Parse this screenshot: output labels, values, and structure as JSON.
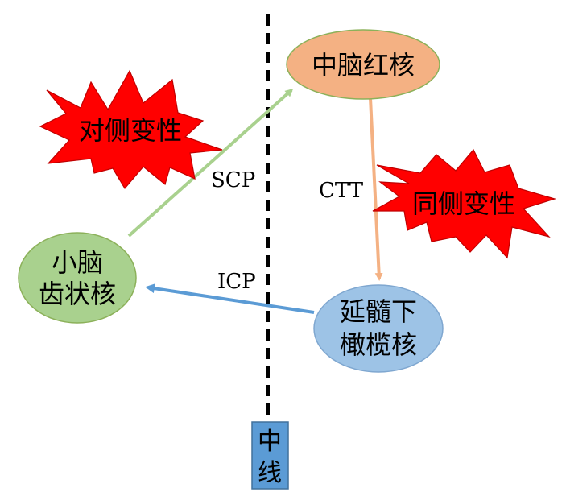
{
  "nodes": {
    "red_nucleus": "中脑红核",
    "dentate_line1": "小脑",
    "dentate_line2": "齿状核",
    "olive_line1": "延髓下",
    "olive_line2": "橄榄核",
    "midline_line1": "中",
    "midline_line2": "线"
  },
  "bursts": {
    "contralateral": "对侧变性",
    "ipsilateral": "同侧变性"
  },
  "pathways": {
    "scp": "SCP",
    "ctt": "CTT",
    "icp": "ICP"
  },
  "colors": {
    "red_nucleus_fill": "#F4B183",
    "dentate_fill": "#A9D18E",
    "olive_fill": "#9DC3E6",
    "burst_fill": "#FF0000",
    "scp_arrow": "#A9D18E",
    "ctt_arrow": "#F4B183",
    "icp_arrow": "#5B9BD5",
    "midline_box": "#5B9BD5"
  }
}
